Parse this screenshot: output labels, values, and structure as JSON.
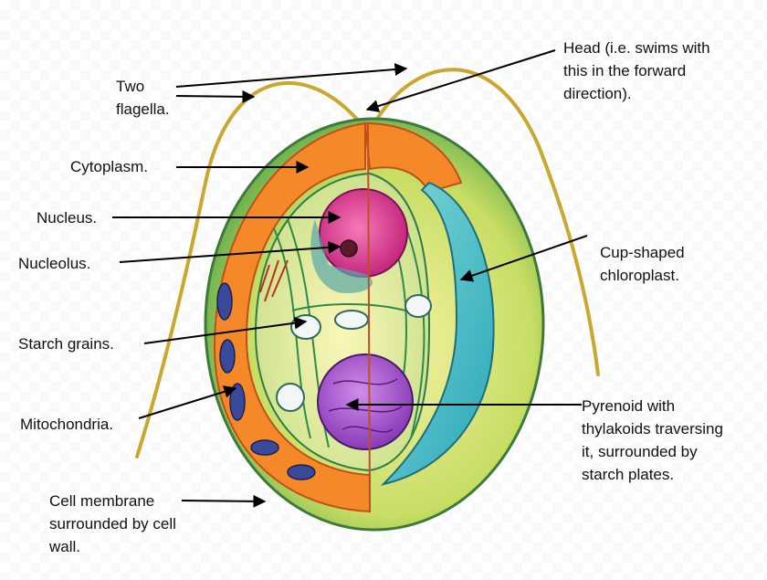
{
  "labels": {
    "flagella": [
      "Two",
      "flagella."
    ],
    "head": [
      "Head (i.e. swims with",
      "this in the forward",
      "direction)."
    ],
    "cytoplasm": [
      "Cytoplasm."
    ],
    "nucleus": [
      "Nucleus."
    ],
    "nucleolus": [
      "Nucleolus."
    ],
    "chloroplast": [
      "Cup-shaped",
      "chloroplast."
    ],
    "starch": [
      "Starch grains."
    ],
    "mitochondria": [
      "Mitochondria."
    ],
    "pyrenoid": [
      "Pyrenoid with",
      "thylakoids traversing",
      "it, surrounded by",
      "starch plates."
    ],
    "membrane": [
      "Cell membrane",
      "surrounded by cell",
      "wall."
    ]
  },
  "colors": {
    "cytoplasm": "#f5892a",
    "chloroplast": "#3bbcc4",
    "cell_wall": "#9cc63c",
    "nucleus": "#e0358a",
    "pyrenoid": "#9a4cc4",
    "mitochondria": "#3a4a9a",
    "flagella": "#c9a830",
    "arrows": "#000000"
  }
}
